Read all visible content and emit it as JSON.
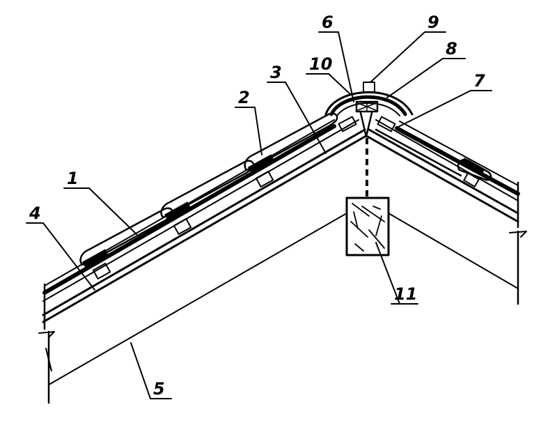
{
  "diagram": {
    "callouts": [
      {
        "id": "1",
        "label": "1"
      },
      {
        "id": "2",
        "label": "2"
      },
      {
        "id": "3",
        "label": "3"
      },
      {
        "id": "4",
        "label": "4"
      },
      {
        "id": "5",
        "label": "5"
      },
      {
        "id": "6",
        "label": "6"
      },
      {
        "id": "7",
        "label": "7"
      },
      {
        "id": "8",
        "label": "8"
      },
      {
        "id": "9",
        "label": "9"
      },
      {
        "id": "10",
        "label": "10"
      },
      {
        "id": "11",
        "label": "11"
      }
    ]
  },
  "colors": {
    "ink": "#000000",
    "paper": "#ffffff"
  }
}
